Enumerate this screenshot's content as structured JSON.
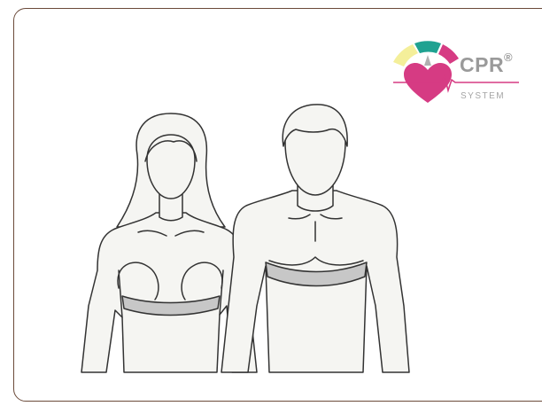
{
  "logo": {
    "brand_text": "CPR",
    "registered_mark": "®",
    "system_text": "SYSTEM",
    "icon_name": "heart-gauge-icon",
    "colors": {
      "heart": "#d63b83",
      "arc_yellow": "#f4ef9a",
      "arc_teal": "#1fa291",
      "arc_magenta": "#d63b83",
      "text_gray": "#9a9a9a"
    }
  },
  "illustration": {
    "figures": [
      "woman-figure",
      "man-figure"
    ],
    "band_color": "#c7c7c7",
    "body_fill": "#f5f5f2",
    "outline_color": "#333333"
  },
  "frame": {
    "border_color": "#6b4a3a"
  }
}
